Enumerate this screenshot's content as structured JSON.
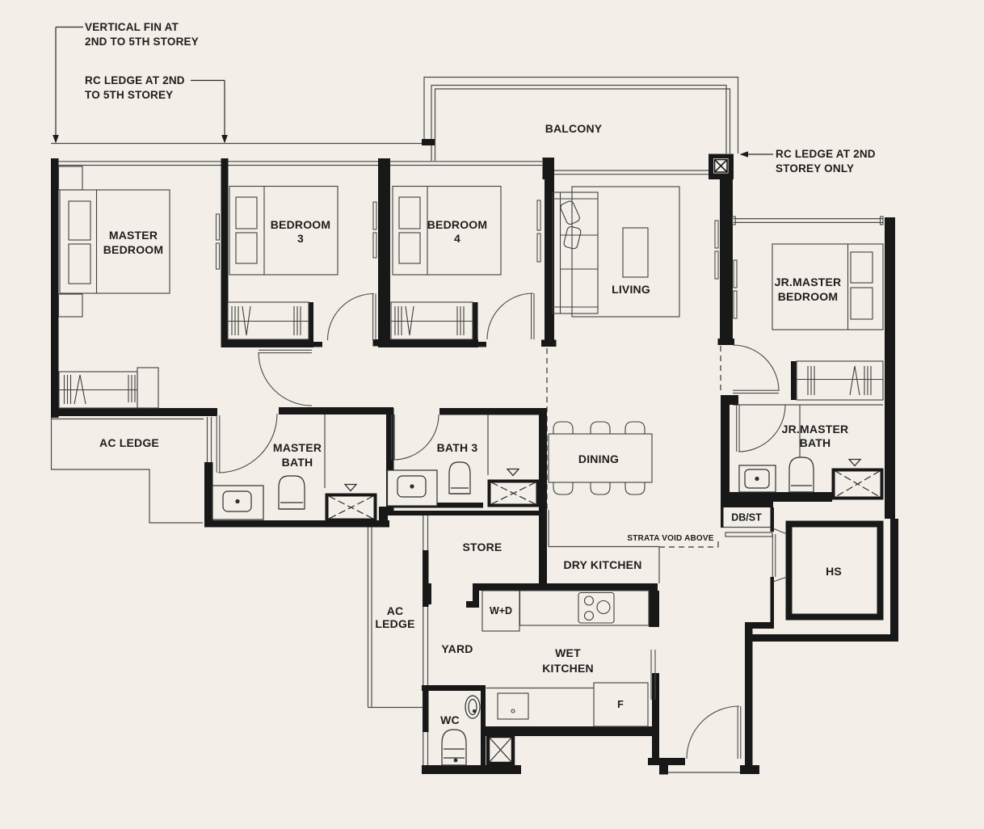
{
  "title": "4-bedroom unit floor plan",
  "colors": {
    "background": "#f3efe8",
    "wall": "#181818",
    "thin_line": "#4a4a4a",
    "medium_line": "#2e2e2e",
    "text": "#1d1d1d"
  },
  "annotations": {
    "vertical_fin": {
      "line1": "VERTICAL FIN AT",
      "line2": "2ND TO 5TH STOREY"
    },
    "rc_ledge_left": {
      "line1": "RC LEDGE AT 2ND",
      "line2": "TO 5TH STOREY"
    },
    "rc_ledge_right": {
      "line1": "RC LEDGE AT 2ND",
      "line2": "STOREY ONLY"
    },
    "strata_void": "STRATA VOID ABOVE"
  },
  "rooms": {
    "balcony": "BALCONY",
    "master_bedroom": {
      "line1": "MASTER",
      "line2": "BEDROOM"
    },
    "bedroom3": {
      "line1": "BEDROOM",
      "line2": "3"
    },
    "bedroom4": {
      "line1": "BEDROOM",
      "line2": "4"
    },
    "living": "LIVING",
    "jr_master_bedroom": {
      "line1": "JR.MASTER",
      "line2": "BEDROOM"
    },
    "ac_ledge_left": "AC LEDGE",
    "ac_ledge_right": {
      "line1": "AC",
      "line2": "LEDGE"
    },
    "master_bath": {
      "line1": "MASTER",
      "line2": "BATH"
    },
    "bath3": "BATH 3",
    "dining": "DINING",
    "jr_master_bath": {
      "line1": "JR.MASTER",
      "line2": "BATH"
    },
    "store": "STORE",
    "dry_kitchen": "DRY KITCHEN",
    "yard": "YARD",
    "wet_kitchen": {
      "line1": "WET",
      "line2": "KITCHEN"
    },
    "wc": "WC",
    "db_st": "DB/ST",
    "hs": "HS"
  },
  "fixtures": {
    "washer_dryer": "W+D",
    "fridge": "F"
  }
}
